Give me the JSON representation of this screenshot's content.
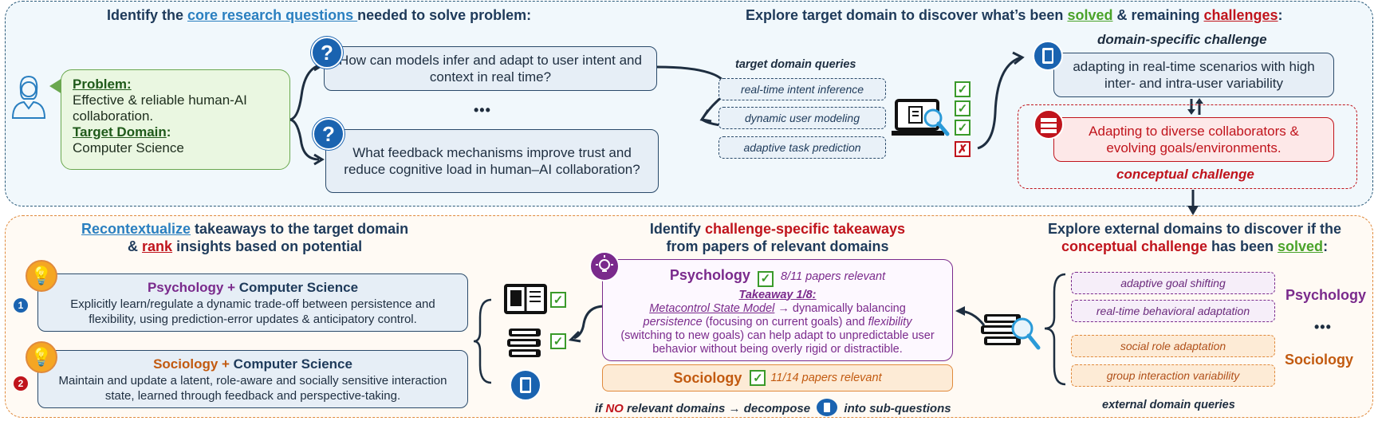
{
  "top": {
    "heading_left": {
      "pre": "Identify the ",
      "link": "core research questions ",
      "post": "needed to solve problem:"
    },
    "heading_right": {
      "pre": "Explore target domain to discover what’s been ",
      "solved": "solved",
      "mid": " & remaining ",
      "challenges": "challenges",
      "post": ":"
    },
    "problem": {
      "problem_label": "Problem:",
      "problem_text": "Effective & reliable human-AI collaboration.",
      "domain_label": "Target Domain",
      "domain_colon": ":",
      "domain_text": "Computer Science"
    },
    "questions": [
      {
        "text": "How can models infer and adapt to user intent and context in real time?"
      },
      {
        "text": "What feedback mechanisms improve trust and reduce cognitive load in human–AI collaboration?"
      }
    ],
    "ellipsis": "•••",
    "question_icon": "?",
    "queries_caption": "target domain queries",
    "queries": [
      "real-time intent inference",
      "dynamic user modeling",
      "adaptive task prediction"
    ],
    "checks": [
      "✓",
      "✓",
      "✓",
      "✗"
    ],
    "domain_specific_caption": "domain-specific challenge",
    "domain_specific_text": "adapting in real-time scenarios with high inter- and intra-user variability",
    "conceptual_text": "Adapting to diverse collaborators & evolving goals/environments.",
    "conceptual_caption": "conceptual challenge"
  },
  "bottom": {
    "heading_left": {
      "link": "Recontextualize",
      "post1": " takeaways to the target domain",
      "amp": "& ",
      "rank": "rank",
      "post2": " insights based on potential"
    },
    "heading_mid": {
      "pre": "Identify ",
      "red": "challenge-specific takeaways",
      "line2": "from papers of relevant domains"
    },
    "heading_right": {
      "line1": "Explore external domains to discover if the",
      "red": "conceptual challenge",
      "mid": " has been ",
      "solved": "solved",
      "post": ":"
    },
    "insights": [
      {
        "rank": "1",
        "domain_a": "Psychology",
        "plus": " + ",
        "domain_b": "Computer Science",
        "text": "Explicitly learn/regulate a dynamic trade-off between persistence and flexibility, using prediction-error updates & anticipatory control."
      },
      {
        "rank": "2",
        "domain_a": "Sociology",
        "plus": " + ",
        "domain_b": "Computer Science",
        "text": "Maintain and update a latent, role-aware and socially sensitive interaction state, learned through feedback and perspective-taking."
      }
    ],
    "takeaway": {
      "domain": "Psychology",
      "relevant": "8/11 papers relevant",
      "title": "Takeaway 1/8:",
      "model": "Metacontrol State Model",
      "arrow": " → dynamically balancing",
      "w1": "persistence",
      "t1": " (focusing on current goals) and ",
      "w2": "flexibility",
      "t2": "(switching to new goals) can help adapt to unpredictable user behavior without being overly rigid or distractible."
    },
    "sociology": {
      "domain": "Sociology",
      "relevant": "11/14 papers relevant"
    },
    "footer_note": {
      "pre": "if ",
      "no": "NO",
      "post": " relevant domains → decompose ",
      "post2": " into sub-questions"
    },
    "external_queries": {
      "psych": [
        "adaptive goal shifting",
        "real-time behavioral adaptation"
      ],
      "soc": [
        "social role adaptation",
        "group interaction variability"
      ],
      "caption": "external domain queries",
      "label_psych": "Psychology",
      "label_dots": "•••",
      "label_soc": "Sociology"
    }
  },
  "colors": {
    "blue_accent": "#1a63b0",
    "red_accent": "#c0141c",
    "green_accent": "#4aa32a",
    "purple": "#7a2a8c",
    "orange": "#e08a3c"
  }
}
